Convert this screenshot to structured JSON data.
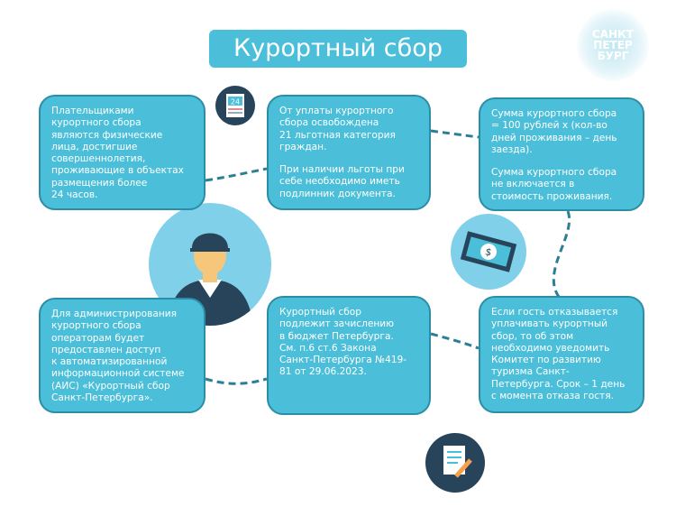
{
  "title": "Курортный сбор",
  "logo_text": "САНКТ\nПЕТЕР\nБУРГ",
  "colors": {
    "box": "#4bbfd9",
    "border": "#2b8ea6",
    "dark": "#27445a",
    "light_circle": "#7fd0e8"
  },
  "icons": {
    "calendar": "calendar-icon",
    "person": "person-icon",
    "money": "banknote-icon",
    "document": "document-pen-icon"
  },
  "calendar_number": "24",
  "boxes": [
    {
      "paragraphs": [
        "Плательщиками\nкурортного сбора\nявляются физические\nлица, достигшие\nсовершеннолетия,\nпроживающие в объектах\nразмещения более\n24 часов."
      ]
    },
    {
      "paragraphs": [
        "От уплаты курортного\nсбора освобождена\n21 льготная категория\nграждан.",
        "При наличии льготы при\nсебе необходимо иметь\nподлинник документа."
      ]
    },
    {
      "paragraphs": [
        "Сумма курортного сбора\n= 100 рублей х (кол-во\nдней проживания  – день\nзаезда).",
        "Сумма курортного сбора\nне включается в\nстоимость проживания."
      ]
    },
    {
      "paragraphs": [
        "Для администрирования\nкурортного сбора\nоператорам будет\nпредоставлен доступ\nк автоматизированной\nинформационной системе\n(АИС) «Курортный сбор\nСанкт-Петербурга»."
      ]
    },
    {
      "paragraphs": [
        "Курортный сбор\nподлежит зачислению\nв бюджет Петербурга.\nСм. п.6 ст.6 Закона\nСанкт-Петербурга №419-\n81 от 29.06.2023."
      ]
    },
    {
      "paragraphs": [
        "Если гость отказывается\nуплачивать курортный\nсбор, то об этом\nнеобходимо уведомить\nКомитет по развитию\nтуризма Санкт-\nПетербурга. Срок – 1 день\nс момента отказа гостя."
      ]
    }
  ]
}
